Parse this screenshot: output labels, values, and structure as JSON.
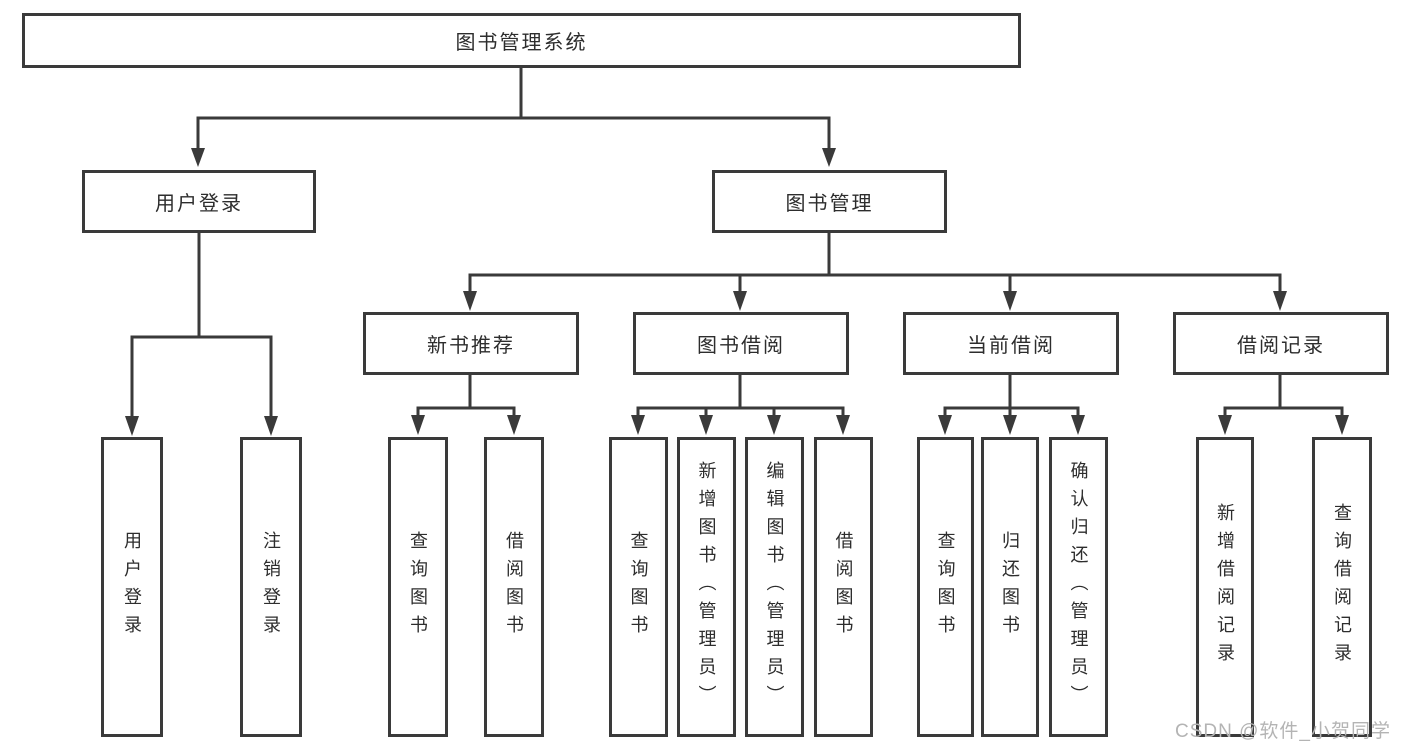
{
  "colors": {
    "line": "#3a3a3a",
    "text": "#2d2d2d",
    "watermark": "#b4b4b4",
    "background": "#ffffff"
  },
  "watermark": "CSDN @软件_小贺同学",
  "tree": {
    "root": {
      "label": "图书管理系统"
    },
    "level2": [
      {
        "label": "用户登录",
        "children": [
          {
            "label": "用户登录"
          },
          {
            "label": "注销登录"
          }
        ]
      },
      {
        "label": "图书管理",
        "children": [
          {
            "label": "新书推荐",
            "children": [
              {
                "label": "查询图书"
              },
              {
                "label": "借阅图书"
              }
            ]
          },
          {
            "label": "图书借阅",
            "children": [
              {
                "label": "查询图书"
              },
              {
                "label": "新增图书（管理员）"
              },
              {
                "label": "编辑图书（管理员）"
              },
              {
                "label": "借阅图书"
              }
            ]
          },
          {
            "label": "当前借阅",
            "children": [
              {
                "label": "查询图书"
              },
              {
                "label": "归还图书"
              },
              {
                "label": "确认归还（管理员）"
              }
            ]
          },
          {
            "label": "借阅记录",
            "children": [
              {
                "label": "新增借阅记录"
              },
              {
                "label": "查询借阅记录"
              }
            ]
          }
        ]
      }
    ]
  }
}
